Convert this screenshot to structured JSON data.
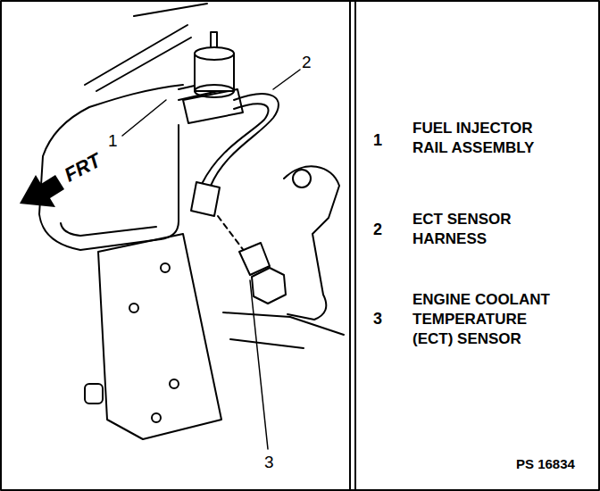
{
  "diagram": {
    "labels": [
      "1",
      "2",
      "3",
      "FRT",
      "1",
      "FUEL INJECTOR RAIL ASSEMBLY",
      "2",
      "ECT SENSOR HARNESS",
      "3",
      "ENGINE COOLANT TEMPERATURE (ECT) SENSOR",
      "PS 16834"
    ]
  }
}
